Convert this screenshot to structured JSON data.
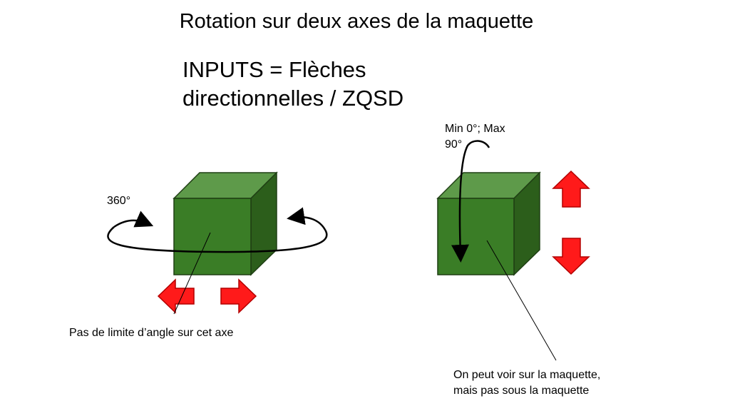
{
  "slide": {
    "title": "Rotation sur deux axes de la maquette",
    "inputs_line1": "INPUTS = Flèches",
    "inputs_line2": "directionnelles / ZQSD"
  },
  "left_cube": {
    "rotation_label": "360°",
    "caption": "Pas de limite d’angle sur cet axe"
  },
  "right_cube": {
    "rotation_label_line1": "Min 0°; Max",
    "rotation_label_line2": "90°",
    "caption_line1": "On peut voir sur la maquette,",
    "caption_line2": "mais pas sous la maquette"
  },
  "colors": {
    "cube_front": "#3a7d26",
    "cube_top": "#5e9a4a",
    "cube_side": "#2c5e1b",
    "cube_edge": "#1f3f14",
    "arrow_red": "#ff1a1a",
    "arrow_edge": "#b30000",
    "ink": "#000000"
  }
}
